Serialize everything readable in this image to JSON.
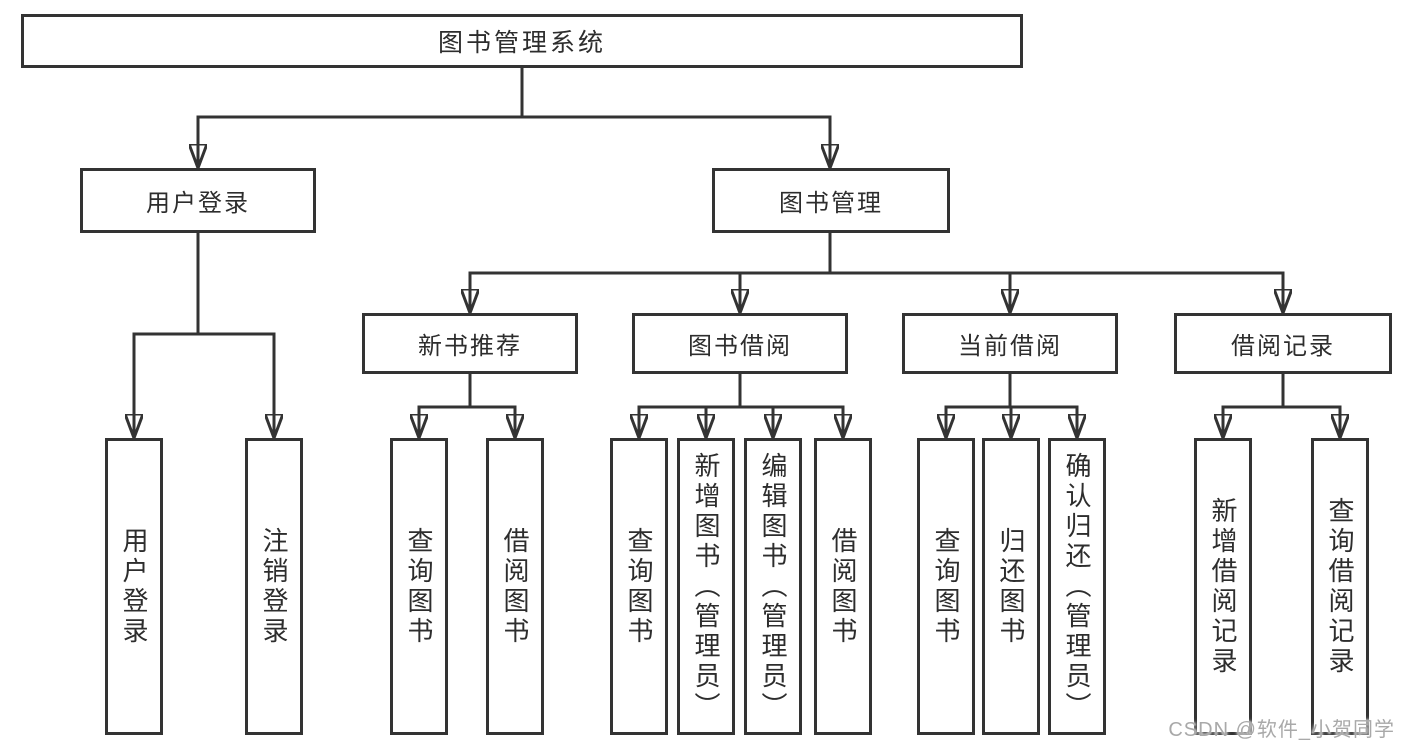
{
  "diagram": {
    "root": {
      "label": "图书管理系统"
    },
    "branches": [
      {
        "label": "用户登录",
        "children": [
          {
            "label": "用户登录"
          },
          {
            "label": "注销登录"
          }
        ]
      },
      {
        "label": "图书管理",
        "children": [
          {
            "label": "新书推荐",
            "children": [
              {
                "label": "查询图书"
              },
              {
                "label": "借阅图书"
              }
            ]
          },
          {
            "label": "图书借阅",
            "children": [
              {
                "label": "查询图书"
              },
              {
                "label": "新增图书（管理员）"
              },
              {
                "label": "编辑图书（管理员）"
              },
              {
                "label": "借阅图书"
              }
            ]
          },
          {
            "label": "当前借阅",
            "children": [
              {
                "label": "查询图书"
              },
              {
                "label": "归还图书"
              },
              {
                "label": "确认归还（管理员）"
              }
            ]
          },
          {
            "label": "借阅记录",
            "children": [
              {
                "label": "新增借阅记录"
              },
              {
                "label": "查询借阅记录"
              }
            ]
          }
        ]
      }
    ]
  },
  "watermark": {
    "text": "CSDN @软件_小贺同学"
  },
  "colors": {
    "line": "#333333",
    "text": "#2d2d2d",
    "watermark": "#a9a9a9",
    "background": "#ffffff"
  }
}
